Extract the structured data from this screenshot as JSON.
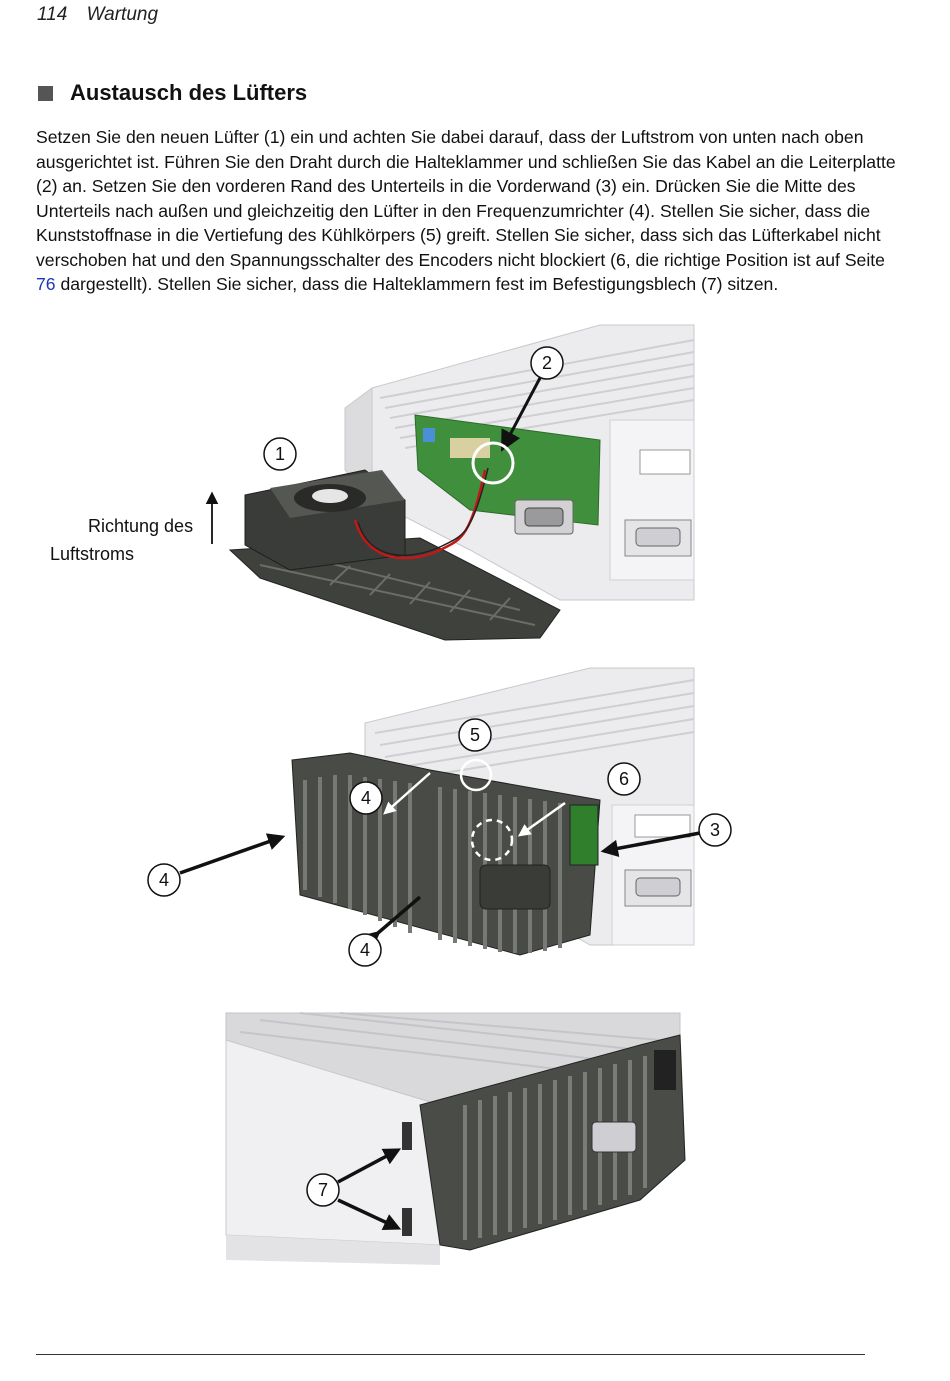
{
  "header": {
    "page_number": "114",
    "chapter": "Wartung"
  },
  "section": {
    "title": "Austausch des Lüfters"
  },
  "paragraph": {
    "text_before_link": "Setzen Sie den neuen Lüfter (1) ein und achten Sie dabei darauf, dass der Luftstrom von unten nach oben ausgerichtet ist. Führen Sie den Draht durch die Halteklammer und schließen Sie das Kabel an die Leiterplatte (2) an. Setzen Sie den vorderen Rand des Unterteils in die Vorderwand (3) ein. Drücken Sie die Mitte des Unterteils nach außen und gleichzeitig den Lüfter in den Frequenzumrichter (4). Stellen Sie sicher, dass die Kunststoffnase in die Vertiefung des Kühlkörpers (5) greift. Stellen Sie sicher, dass sich das Lüfterkabel nicht verschoben hat und den Spannungsschalter des Encoders nicht blockiert (6, die richtige Position ist auf Seite ",
    "link": "76",
    "text_after_link": " dargestellt). Stellen Sie sicher, dass die Halteklammern fest im Befestigungsblech (7) sitzen."
  },
  "figure1": {
    "callouts": [
      "1",
      "2"
    ],
    "airflow_label_line1": "Richtung des",
    "airflow_label_line2": "Luftstroms"
  },
  "figure2": {
    "callouts": [
      "5",
      "6",
      "3",
      "4",
      "4",
      "4"
    ]
  },
  "figure3": {
    "callouts": [
      "7"
    ]
  },
  "colors": {
    "link": "#1a3bb8",
    "housing": "#e9e9eb",
    "plastic": "#4a4c48",
    "pcb": "#3f8f3c"
  }
}
